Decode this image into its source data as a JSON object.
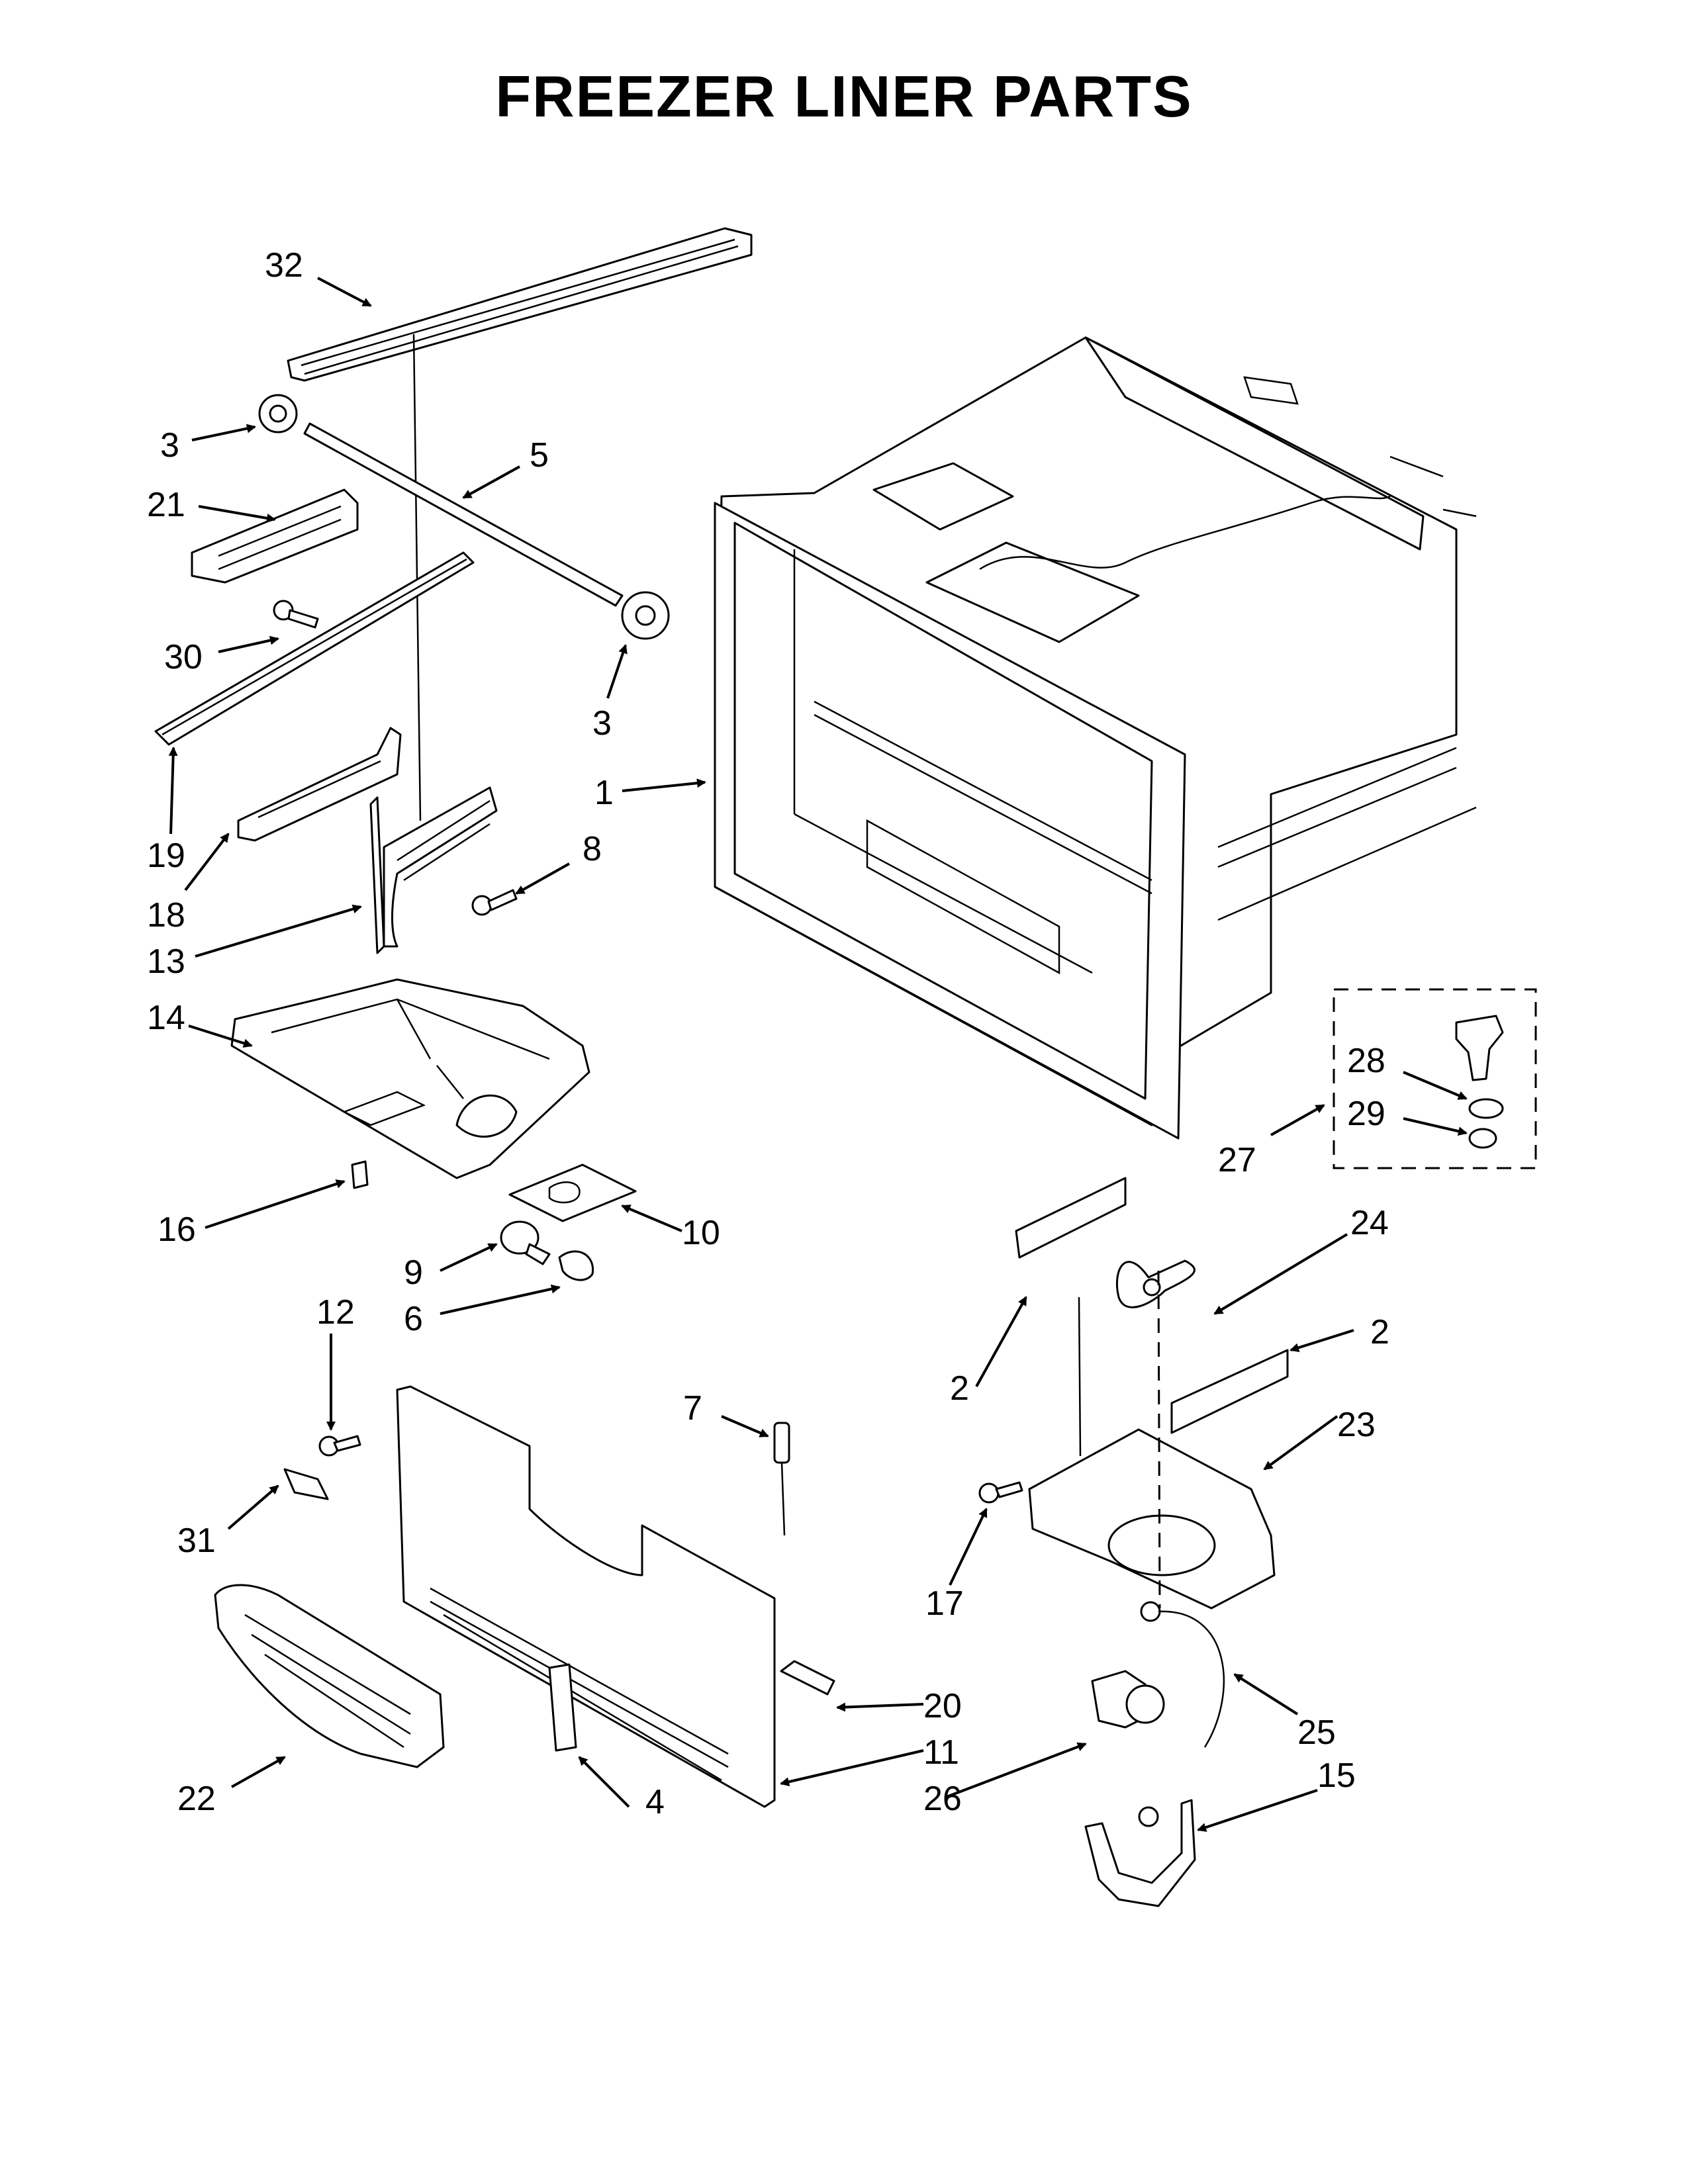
{
  "title": "FREEZER LINER PARTS",
  "callouts": {
    "c1": "1",
    "c2a": "2",
    "c2b": "2",
    "c3a": "3",
    "c3b": "3",
    "c4": "4",
    "c5": "5",
    "c6": "6",
    "c7": "7",
    "c8": "8",
    "c9": "9",
    "c10": "10",
    "c11": "11",
    "c12": "12",
    "c13": "13",
    "c14": "14",
    "c15": "15",
    "c16": "16",
    "c17": "17",
    "c18": "18",
    "c19": "19",
    "c20": "20",
    "c21": "21",
    "c22": "22",
    "c23": "23",
    "c24": "24",
    "c25": "25",
    "c26": "26",
    "c27": "27",
    "c28": "28",
    "c29": "29",
    "c30": "30",
    "c31": "31",
    "c32": "32"
  }
}
